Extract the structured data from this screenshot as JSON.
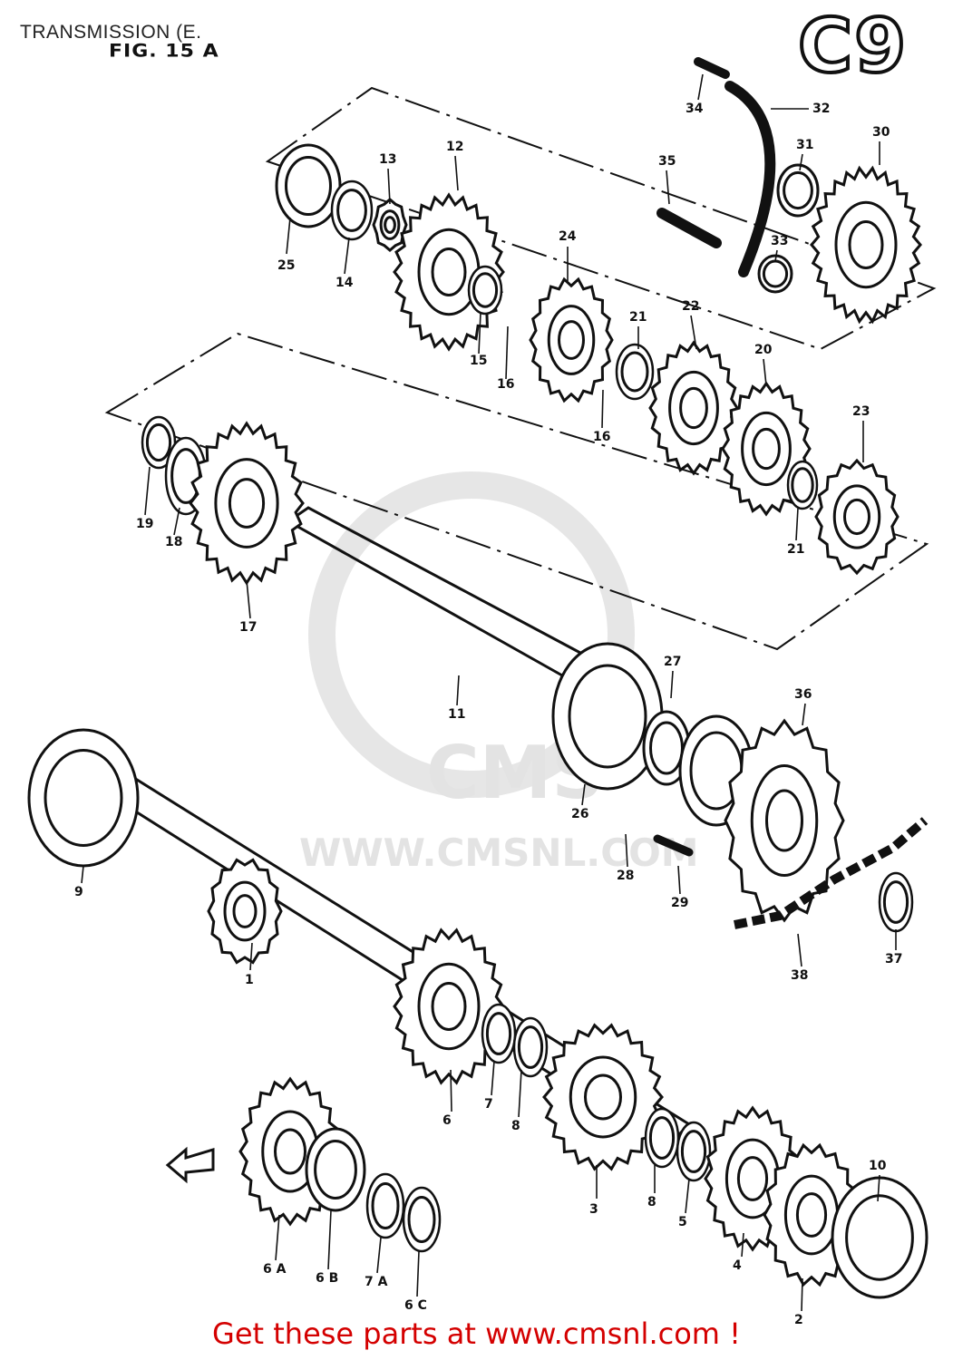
{
  "header": {
    "title": "TRANSMISSION (E.",
    "figure": "FIG. 15 A",
    "code": "C9"
  },
  "watermark": {
    "url": "WWW.CMSNL.COM",
    "logo": "CMS"
  },
  "footer": {
    "text": "Get these parts at www.cmsnl.com !"
  },
  "colors": {
    "ink": "#111111",
    "footer": "#d40000",
    "watermark": "#e3e3e3"
  },
  "icons": {
    "direction_arrow": "arrow-left-icon"
  },
  "callouts": [
    {
      "label": "34"
    },
    {
      "label": "32"
    },
    {
      "label": "31"
    },
    {
      "label": "30"
    },
    {
      "label": "35"
    },
    {
      "label": "33"
    },
    {
      "label": "13"
    },
    {
      "label": "12"
    },
    {
      "label": "25"
    },
    {
      "label": "14"
    },
    {
      "label": "24"
    },
    {
      "label": "15"
    },
    {
      "label": "16"
    },
    {
      "label": "22"
    },
    {
      "label": "21"
    },
    {
      "label": "16"
    },
    {
      "label": "20"
    },
    {
      "label": "23"
    },
    {
      "label": "21"
    },
    {
      "label": "19"
    },
    {
      "label": "18"
    },
    {
      "label": "17"
    },
    {
      "label": "11"
    },
    {
      "label": "27"
    },
    {
      "label": "36"
    },
    {
      "label": "26"
    },
    {
      "label": "28"
    },
    {
      "label": "29"
    },
    {
      "label": "9"
    },
    {
      "label": "1"
    },
    {
      "label": "38"
    },
    {
      "label": "37"
    },
    {
      "label": "6"
    },
    {
      "label": "7"
    },
    {
      "label": "8"
    },
    {
      "label": "3"
    },
    {
      "label": "8"
    },
    {
      "label": "5"
    },
    {
      "label": "10"
    },
    {
      "label": "4"
    },
    {
      "label": "2"
    },
    {
      "label": "6 A"
    },
    {
      "label": "6 B"
    },
    {
      "label": "7 A"
    },
    {
      "label": "6 C"
    }
  ]
}
